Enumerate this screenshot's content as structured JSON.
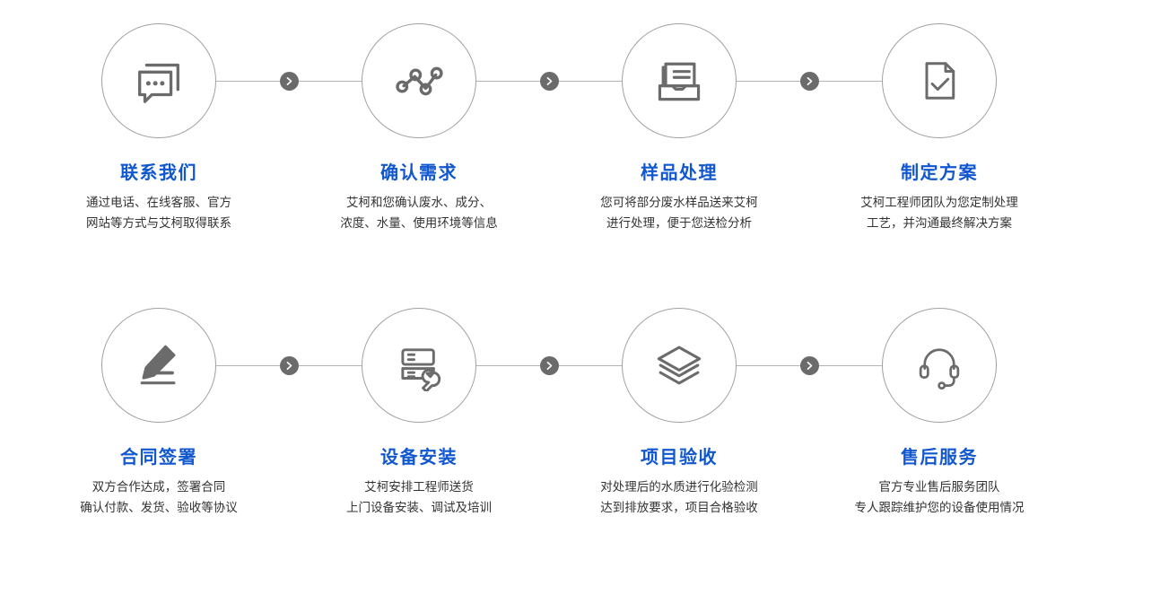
{
  "diagram": {
    "type": "process-flow",
    "rows": 2,
    "columns": 4,
    "colors": {
      "title": "#1157cf",
      "description": "#333333",
      "circle_border": "#a0a0a0",
      "icon_stroke": "#6b6b6b",
      "connector_line": "#b4b4b4",
      "arrow_badge_bg": "#6b6b6b",
      "arrow_chevron": "#ffffff",
      "background": "#ffffff"
    },
    "connector_glyph": ">",
    "steps": [
      {
        "index": 1,
        "icon": "chat-bubbles-icon",
        "title": "联系我们",
        "desc_lines": [
          "通过电话、在线客服、官方",
          "网站等方式与艾柯取得联系"
        ],
        "has_connector": true
      },
      {
        "index": 2,
        "icon": "network-nodes-icon",
        "title": "确认需求",
        "desc_lines": [
          "艾柯和您确认废水、成分、",
          "浓度、水量、使用环境等信息"
        ],
        "has_connector": true
      },
      {
        "index": 3,
        "icon": "document-inbox-icon",
        "title": "样品处理",
        "desc_lines": [
          "您可将部分废水样品送来艾柯",
          "进行处理，便于您送检分析"
        ],
        "has_connector": true
      },
      {
        "index": 4,
        "icon": "document-check-icon",
        "title": "制定方案",
        "desc_lines": [
          "艾柯工程师团队为您定制处理",
          "工艺，并沟通最终解决方案"
        ],
        "has_connector": false
      },
      {
        "index": 5,
        "icon": "pencil-signature-icon",
        "title": "合同签署",
        "desc_lines": [
          "双方合作达成，签署合同",
          "确认付款、发货、验收等协议"
        ],
        "has_connector": true
      },
      {
        "index": 6,
        "icon": "server-wrench-icon",
        "title": "设备安装",
        "desc_lines": [
          "艾柯安排工程师送货",
          "上门设备安装、调试及培训"
        ],
        "has_connector": true
      },
      {
        "index": 7,
        "icon": "layers-stack-icon",
        "title": "项目验收",
        "desc_lines": [
          "对处理后的水质进行化验检测",
          "达到排放要求，项目合格验收"
        ],
        "has_connector": true
      },
      {
        "index": 8,
        "icon": "headset-support-icon",
        "title": "售后服务",
        "desc_lines": [
          "官方专业售后服务团队",
          "专人跟踪维护您的设备使用情况"
        ],
        "has_connector": false
      }
    ]
  }
}
